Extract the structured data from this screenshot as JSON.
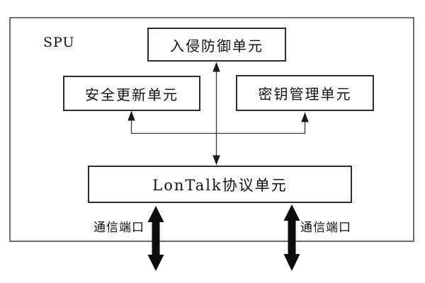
{
  "diagram": {
    "system_label": "SPU",
    "boxes": {
      "intrusion": {
        "label": "入侵防御单元"
      },
      "update": {
        "label": "安全更新单元"
      },
      "key": {
        "label": "密钥管理单元"
      },
      "lontalk": {
        "label": "LonTalk协议单元"
      }
    },
    "port_labels": {
      "left": "通信端口",
      "right": "通信端口"
    },
    "connections": [
      "入侵防御单元 <-> LonTalk协议单元 (double-headed thin arrow)",
      "-> 安全更新单元 (thin arrow up from horizontal bus)",
      "-> 密钥管理单元 (thin arrow up from horizontal bus)",
      "LonTalk协议单元 <-> 通信端口 left (thick double-headed arrow through boundary)",
      "LonTalk协议单元 <-> 通信端口 right (thick double-headed arrow through boundary)"
    ],
    "colors": {
      "background": "#ffffff",
      "outer_border": "#6f6f6f",
      "box_border": "#2e2e2e",
      "thin_line": "#3a3a3a",
      "thick_arrow": "#0d0d0d",
      "text": "#111111"
    }
  }
}
